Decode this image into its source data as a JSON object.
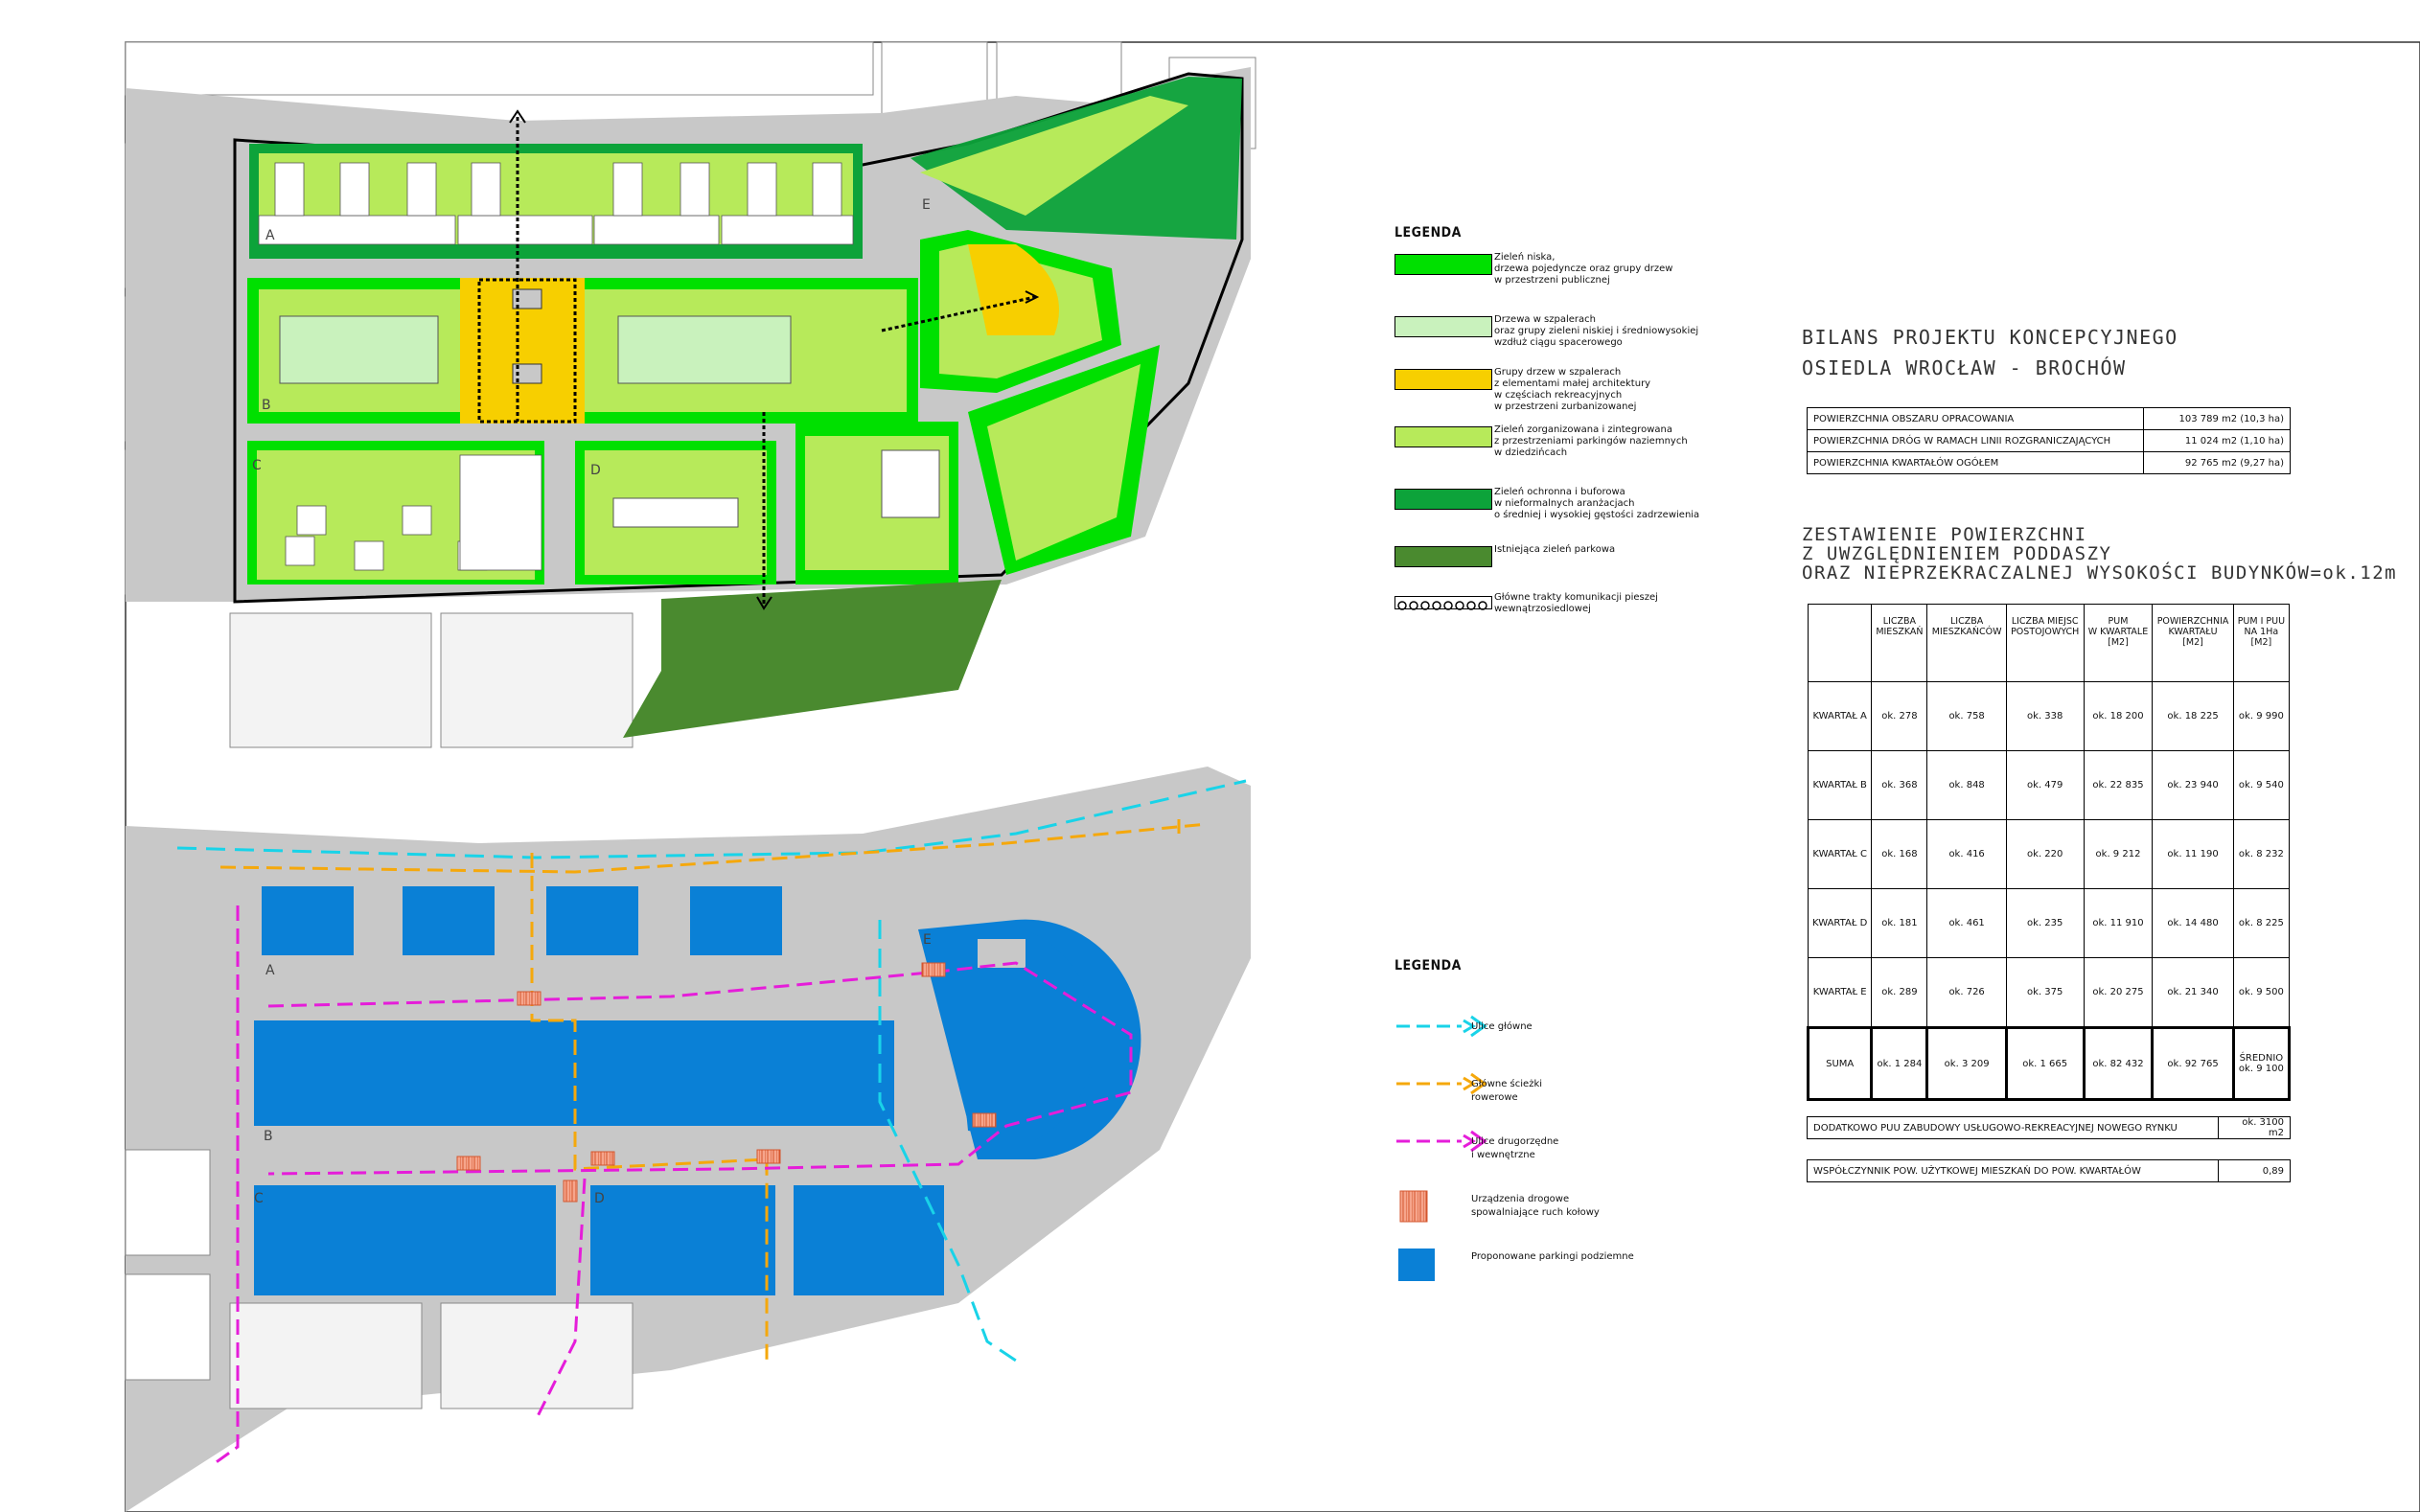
{
  "legend_top": {
    "title": "LEGENDA",
    "items": [
      {
        "text": "Zieleń niska,\ndrzewa pojedyncze oraz grupy drzew\nw przestrzeni publicznej",
        "color": "#00e000"
      },
      {
        "text": "Drzewa w szpalerach\noraz grupy zieleni niskiej i średniowysokiej\nwzdłuż ciągu spacerowego",
        "color": "#c9f2bd"
      },
      {
        "text": "Grupy drzew w szpalerach\nz elementami małej architektury\nw częściach rekreacyjnych\nw przestrzeni zurbanizowanej",
        "color": "#f7cf00"
      },
      {
        "text": "Zieleń zorganizowana i zintegrowana\nz przestrzeniami parkingów naziemnych\nw dziedzińcach",
        "color": "#b7ea5a"
      },
      {
        "text": "Zieleń ochronna i buforowa\nw nieformalnych aranżacjach\no średniej i wysokiej gęstości zadrzewienia",
        "color": "#0da33a"
      },
      {
        "text": "Istniejąca zieleń parkowa",
        "color": "#4a8a2f"
      },
      {
        "text": "Główne trakty komunikacji pieszej\nwewnątrzosiedlowej",
        "color": "#ffffff"
      }
    ]
  },
  "legend_bottom": {
    "title": "LEGENDA",
    "items": [
      {
        "text": "Ulice główne",
        "color": "#19d3e8"
      },
      {
        "text": "Główne ścieżki\nrowerowe",
        "color": "#f5a80c"
      },
      {
        "text": "Ulice drugorzędne\ni wewnętrzne",
        "color": "#e51dd9"
      },
      {
        "text": "Urządzenia drogowe\nspowalniające ruch kołowy",
        "color": "#f0927a"
      },
      {
        "text": "Proponowane parkingi podziemne",
        "color": "#0a80d6"
      }
    ]
  },
  "colors": {
    "road_gray": "#c8c8c8",
    "parking_blue": "#0a80d6"
  },
  "block_labels": [
    "A",
    "B",
    "C",
    "D",
    "E"
  ],
  "balance": {
    "title_lines": [
      "BILANS PROJEKTU KONCEPCYJNEGO",
      "OSIEDLA WROCŁAW - BROCHÓW"
    ],
    "rows": [
      {
        "label": "POWIERZCHNIA OBSZARU OPRACOWANIA",
        "value": "103 789 m2 (10,3 ha)"
      },
      {
        "label": "POWIERZCHNIA DRÓG W RAMACH LINII ROZGRANICZAJĄCYCH",
        "value": "11 024 m2 (1,10 ha)"
      },
      {
        "label": "POWIERZCHNIA KWARTAŁÓW OGÓŁEM",
        "value": "92 765 m2 (9,27 ha)"
      }
    ]
  },
  "summary": {
    "title_lines": [
      "ZESTAWIENIE POWIERZCHNI",
      "Z UWZGLĘDNIENIEM PODDASZY",
      "ORAZ NIEPRZEKRACZALNEJ WYSOKOŚCI BUDYNKÓW=ok.12m"
    ],
    "headers": [
      "",
      "LICZBA\nMIESZKAŃ",
      "LICZBA\nMIESZKAŃCÓW",
      "LICZBA MIEJSC\nPOSTOJOWYCH",
      "PUM\nW KWARTALE\n[M2]",
      "POWIERZCHNIA\nKWARTAŁU\n[M2]",
      "PUM I PUU\nNA 1Ha\n[M2]"
    ],
    "rows": [
      [
        "KWARTAŁ A",
        "ok. 278",
        "ok. 758",
        "ok. 338",
        "ok. 18 200",
        "ok. 18 225",
        "ok. 9 990"
      ],
      [
        "KWARTAŁ B",
        "ok. 368",
        "ok. 848",
        "ok. 479",
        "ok. 22 835",
        "ok. 23 940",
        "ok. 9 540"
      ],
      [
        "KWARTAŁ C",
        "ok. 168",
        "ok. 416",
        "ok. 220",
        "ok. 9 212",
        "ok. 11 190",
        "ok. 8 232"
      ],
      [
        "KWARTAŁ D",
        "ok. 181",
        "ok. 461",
        "ok. 235",
        "ok. 11 910",
        "ok. 14 480",
        "ok. 8 225"
      ],
      [
        "KWARTAŁ E",
        "ok. 289",
        "ok. 726",
        "ok. 375",
        "ok. 20 275",
        "ok. 21 340",
        "ok. 9 500"
      ]
    ],
    "sum_row": [
      "SUMA",
      "ok. 1 284",
      "ok. 3 209",
      "ok. 1 665",
      "ok. 82 432",
      "ok. 92 765",
      "ŚREDNIO\nok. 9 100"
    ]
  },
  "extra_rows": [
    {
      "label": "DODATKOWO PUU ZABUDOWY USŁUGOWO-REKREACYJNEJ NOWEGO RYNKU",
      "value": "ok. 3100 m2"
    },
    {
      "label": "WSPÓŁCZYNNIK POW. UŻYTKOWEJ MIESZKAŃ DO POW. KWARTAŁÓW",
      "value": "0,89"
    }
  ]
}
